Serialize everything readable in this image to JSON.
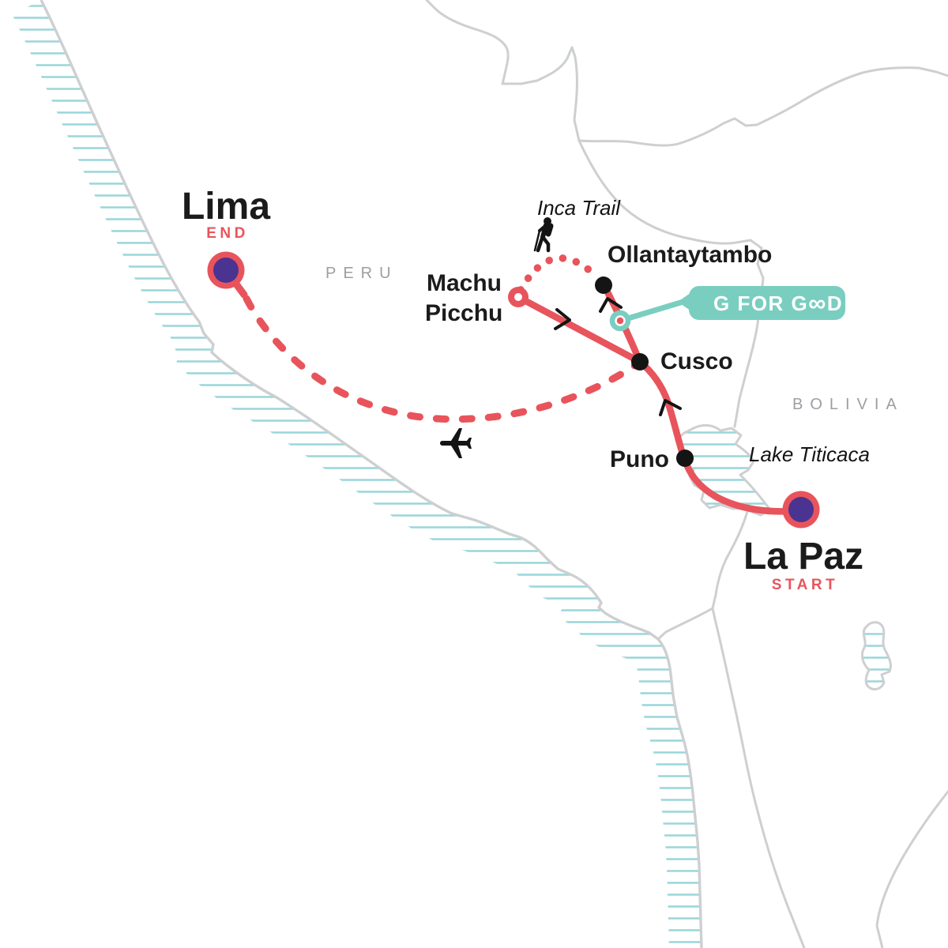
{
  "map": {
    "countries": {
      "peru": "PERU",
      "bolivia": "BOLIVIA"
    },
    "water_features": {
      "lake_titicaca": "Lake Titicaca"
    },
    "trail_label": "Inca Trail"
  },
  "stops": {
    "lima": {
      "name": "Lima",
      "tag": "END"
    },
    "machu_picchu": {
      "name": "Machu Picchu",
      "line1": "Machu",
      "line2": "Picchu"
    },
    "ollantaytambo": {
      "name": "Ollantaytambo"
    },
    "cusco": {
      "name": "Cusco"
    },
    "puno": {
      "name": "Puno"
    },
    "la_paz": {
      "name": "La Paz",
      "tag": "START"
    }
  },
  "badge": {
    "label": "G FOR GOOD",
    "pre": "G FOR G",
    "infinity": "∞",
    "post": "D"
  },
  "route_legs": [
    {
      "from": "La Paz",
      "to": "Puno",
      "style": "solid"
    },
    {
      "from": "Puno",
      "to": "Cusco",
      "style": "solid"
    },
    {
      "from": "Cusco",
      "to": "Ollantaytambo",
      "style": "solid"
    },
    {
      "from": "Ollantaytambo",
      "to": "Machu Picchu",
      "style": "dotted",
      "via": "Inca Trail",
      "mode": "hike"
    },
    {
      "from": "Machu Picchu",
      "to": "Cusco",
      "style": "solid"
    },
    {
      "from": "Cusco",
      "to": "Lima",
      "style": "dashed",
      "mode": "flight"
    }
  ],
  "icons": {
    "plane": "plane-icon",
    "hiker": "hiker-icon"
  },
  "colors": {
    "route_red": "#E8545C",
    "marker_purple": "#4A3391",
    "badge_teal": "#79CEC0",
    "hatch_teal": "#9AD6D9",
    "map_line_gray": "#CDCFD1",
    "country_text_gray": "#9B9EA3",
    "text_black": "#1B1B1B"
  }
}
